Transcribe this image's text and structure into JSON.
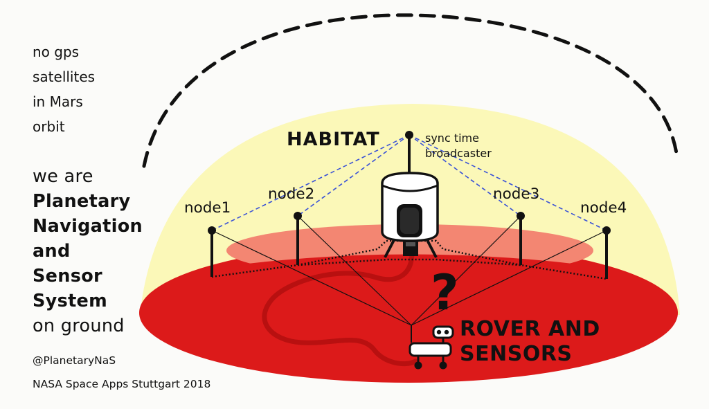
{
  "left_text": {
    "small_lines": [
      "no gps",
      "satellites",
      "in Mars",
      "orbit"
    ],
    "we_are": "we are",
    "bold_lines": [
      "Planetary",
      "Navigation",
      "and",
      "Sensor",
      "System"
    ],
    "on_ground": "on ground",
    "handle": "@PlanetaryNaS",
    "event": "NASA Space Apps Stuttgart 2018"
  },
  "habitat": {
    "title": "HABITAT",
    "caption_line1": "sync time",
    "caption_line2": "broadcaster"
  },
  "nodes": [
    "node1",
    "node2",
    "node3",
    "node4"
  ],
  "rover": {
    "line1": "ROVER AND",
    "line2": "SENSORS",
    "mark": "?"
  },
  "colors": {
    "background": "#fbfbf9",
    "dome_yellow": "#fbf8b8",
    "ground_red": "#dc1a1a",
    "inner_salmon": "#f38672",
    "path_dark_red": "#b81010",
    "link_blue": "#3a52d6",
    "ink": "#111111"
  }
}
